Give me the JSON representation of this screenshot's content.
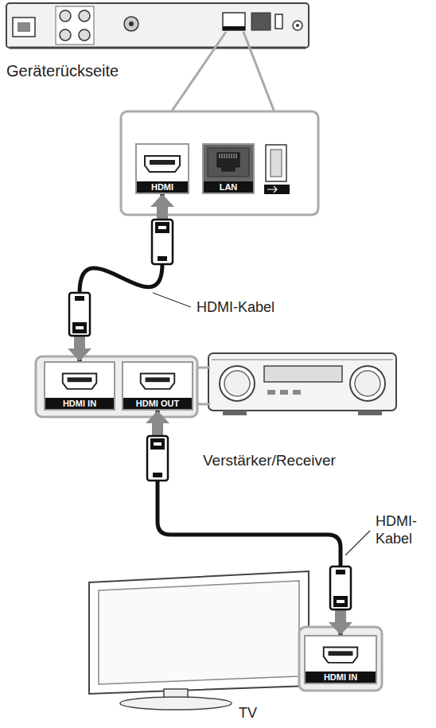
{
  "diagram": {
    "nodes": [
      {
        "text": [
          "Geräterückseite"
        ]
      },
      {
        "text": [
          "HDMI"
        ]
      },
      {
        "text": [
          "LAN"
        ]
      },
      {
        "text": [
          "Verstärker/Receiver"
        ]
      },
      {
        "text": [
          "HDMI IN"
        ],
        "in": 3
      },
      {
        "text": [
          "HDMI OUT"
        ],
        "in": 3
      },
      {
        "text": [
          "TV"
        ]
      },
      {
        "text": [
          "HDMI IN"
        ],
        "in": 6
      }
    ],
    "edges": [
      {
        "from": 4,
        "to": 1,
        "arrow": "both",
        "label": "HDMI-Kabel"
      },
      {
        "from": 5,
        "to": 7,
        "arrow": "both",
        "label": "HDMI- Kabel"
      }
    ]
  }
}
